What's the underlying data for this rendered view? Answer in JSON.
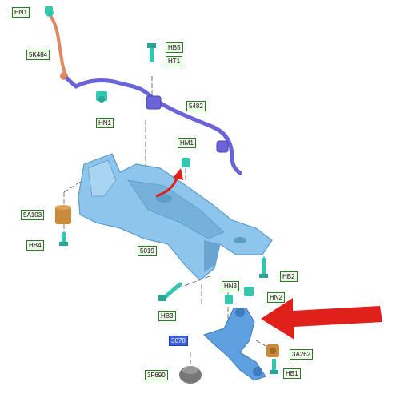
{
  "labels": {
    "hn1_top": "HN1",
    "part_5k484": "5K484",
    "hb5": "HB5",
    "ht1": "HT1",
    "hn1_mid": "HN1",
    "part_5482": "5482",
    "hm1": "HM1",
    "part_5a103": "5A103",
    "hb4": "HB4",
    "part_5019": "5019",
    "hb2": "HB2",
    "hn3": "HN3",
    "hn2": "HN2",
    "hb3": "HB3",
    "part_3078": "3078",
    "part_3a262": "3A262",
    "part_3f690": "3F690",
    "hb1": "HB1"
  },
  "colors": {
    "subframe": "#8ec5ec",
    "subframe_dark": "#5b9cc9",
    "stabilizer_bar": "#6b63d8",
    "drop_link": "#e0875e",
    "fastener": "#34c7b0",
    "bushing_brown": "#c98a3c",
    "pointer_arrow": "#e0201a",
    "label_border": "#2a7a2a",
    "highlight_label": "#3a5ee0"
  },
  "icons": {
    "pointer": "red-arrow-icon",
    "motion": "curved-arrow-icon"
  }
}
